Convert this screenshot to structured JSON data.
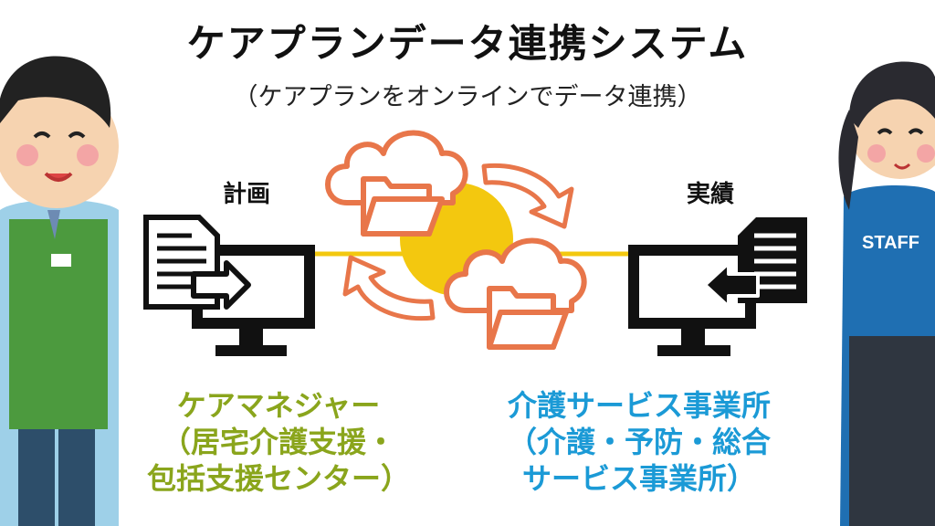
{
  "title": "ケアプランデータ連携システム",
  "subtitle": "（ケアプランをオンラインでデータ連携）",
  "left": {
    "label": "計画",
    "org_lines": [
      "ケアマネジャー",
      "（居宅介護支援・",
      "包括支援センター）"
    ]
  },
  "right": {
    "label": "実績",
    "org_lines": [
      "介護サービス事業所",
      "（介護・予防・総合",
      "サービス事業所）"
    ],
    "staff_badge": "STAFF"
  },
  "colors": {
    "green": "#8aa51c",
    "blue": "#1b9ad6",
    "orange": "#e8764a",
    "yellow": "#f3c80f"
  },
  "icons": [
    "document-upload-monitor-icon",
    "cloud-folder-icon",
    "sync-arrow-icon",
    "document-download-monitor-icon"
  ]
}
